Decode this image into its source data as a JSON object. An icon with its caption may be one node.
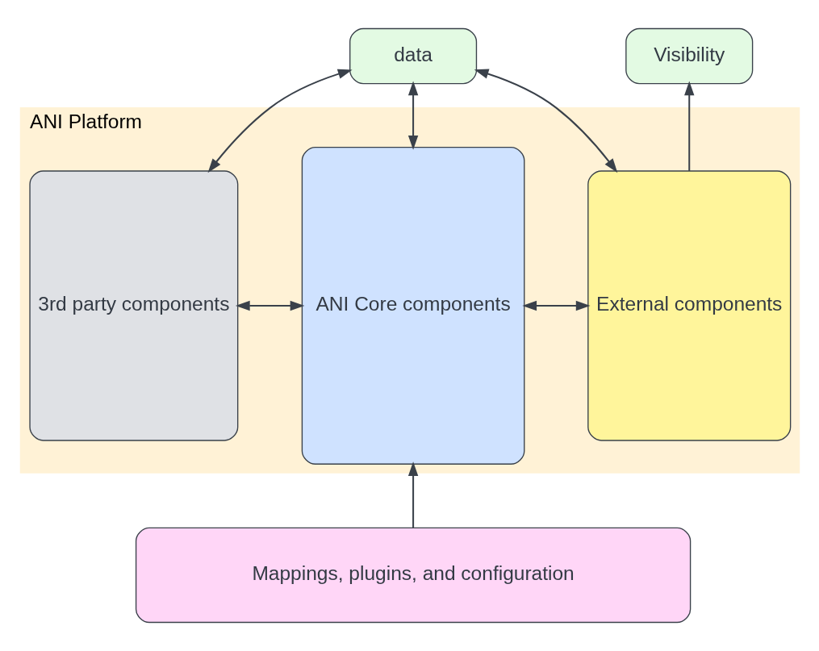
{
  "diagram": {
    "nodes": [
      {
        "text": [
          "data"
        ]
      },
      {
        "text": [
          "Visibility"
        ]
      },
      {
        "text": [
          "ANI Platform"
        ]
      },
      {
        "text": [
          "3rd party components"
        ],
        "in": 2
      },
      {
        "text": [
          "ANI Core components"
        ],
        "in": 2
      },
      {
        "text": [
          "External components"
        ],
        "in": 2
      },
      {
        "text": [
          "Mappings, plugins, and configuration"
        ]
      }
    ],
    "edges": [
      {
        "from": 0,
        "to": 3,
        "arrow": "both"
      },
      {
        "from": 0,
        "to": 4,
        "arrow": "both"
      },
      {
        "from": 0,
        "to": 5,
        "arrow": "both"
      },
      {
        "from": 5,
        "to": 1,
        "arrow": "to"
      },
      {
        "from": 3,
        "to": 4,
        "arrow": "both"
      },
      {
        "from": 4,
        "to": 5,
        "arrow": "both"
      },
      {
        "from": 6,
        "to": 4,
        "arrow": "to"
      }
    ]
  }
}
